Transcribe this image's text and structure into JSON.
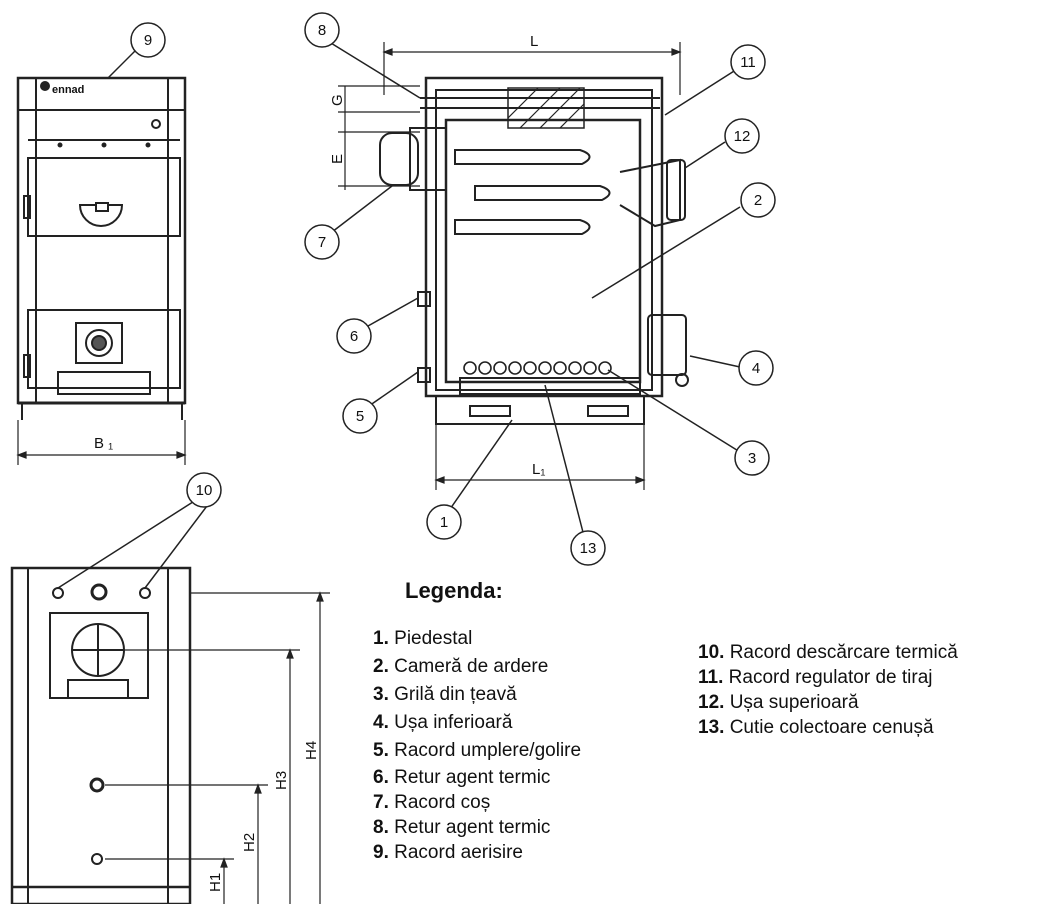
{
  "legend": {
    "title": "Legenda:",
    "items": [
      {
        "num": "1.",
        "text": "Piedestal"
      },
      {
        "num": "2.",
        "text": "Cameră de ardere"
      },
      {
        "num": "3.",
        "text": "Grilă din țeavă"
      },
      {
        "num": "4.",
        "text": "Ușa inferioară"
      },
      {
        "num": "5.",
        "text": "Racord umplere/golire"
      },
      {
        "num": "6.",
        "text": "Retur agent termic"
      },
      {
        "num": "7.",
        "text": "Racord coș"
      },
      {
        "num": "8.",
        "text": "Retur agent termic"
      },
      {
        "num": "9.",
        "text": "Racord aerisire"
      },
      {
        "num": "10.",
        "text": "Racord descărcare termică"
      },
      {
        "num": "11.",
        "text": "Racord regulator de tiraj"
      },
      {
        "num": "12.",
        "text": "Ușa superioară"
      },
      {
        "num": "13.",
        "text": "Cutie colectoare cenușă"
      }
    ]
  },
  "callouts": [
    "1",
    "2",
    "3",
    "4",
    "5",
    "6",
    "7",
    "8",
    "9",
    "10",
    "11",
    "12",
    "13"
  ],
  "dimensions": {
    "L": "L",
    "L1": "L₁",
    "B1": "B ₁",
    "G": "G",
    "E": "E",
    "H1": "H1",
    "H2": "H2",
    "H3": "H3",
    "H4": "H4"
  },
  "brand_logo": "ennad"
}
